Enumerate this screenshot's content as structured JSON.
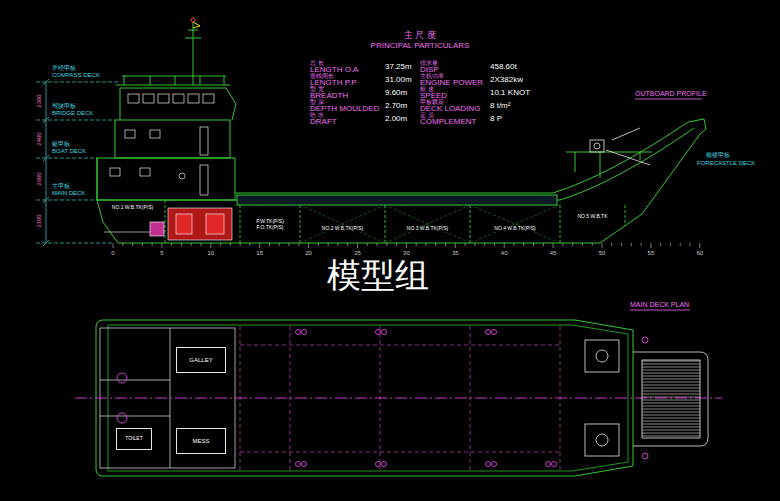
{
  "diagram": {
    "nodes": [
      {
        "text": [
          "NO.1 W.B.TK(P/S)"
        ]
      },
      {
        "text": [
          "P.W.TK(P/S)",
          "F.O.TK(P/S)"
        ]
      },
      {
        "text": [
          "NO.2 W.B.TK(P/S)"
        ]
      },
      {
        "text": [
          "NO.3 W.B.TK(P/S)"
        ]
      },
      {
        "text": [
          "NO.4 W.B.TK(P/S)"
        ]
      },
      {
        "text": [
          "NO.5 W.B.TK"
        ]
      },
      {
        "text": [
          "GALLEY"
        ]
      },
      {
        "text": [
          "TOILET"
        ]
      },
      {
        "text": [
          "MESS"
        ]
      }
    ],
    "labels": [
      "主 尺 度",
      "PRINCIPAL PARTICULARS",
      "总 长",
      "LENGTH O.A",
      "37.25m",
      "垂线间长",
      "LENGTH P.P",
      "31.00m",
      "型 宽",
      "BREADTH",
      "9.60m",
      "型 深",
      "DEPTH MOULDED",
      "2.70m",
      "吃 水",
      "DRAFT",
      "2.00m",
      "排水量",
      "DISP",
      "458.60t",
      "主机功率",
      "ENGINE POWER",
      "2X382kw",
      "航 速",
      "SPEED",
      "10.1 KNOT",
      "甲板载荷",
      "DECK LOADING",
      "8 t/m²",
      "定 员",
      "COMPLEMENT",
      "8 P",
      "罗经甲板",
      "COMPASS DECK",
      "驾驶甲板",
      "BRIDGE DECK",
      "艇甲板",
      "BOAT DECK",
      "主甲板",
      "MAIN DECK",
      "2300",
      "2400",
      "2600",
      "3100",
      "OUTBOARD PROFILE",
      "艏楼甲板",
      "FORECASTLE DECK",
      "MAIN DECK PLAN",
      "模型组",
      "0",
      "5",
      "10",
      "15",
      "20",
      "25",
      "30",
      "35",
      "40",
      "45",
      "50",
      "55",
      "60"
    ]
  }
}
